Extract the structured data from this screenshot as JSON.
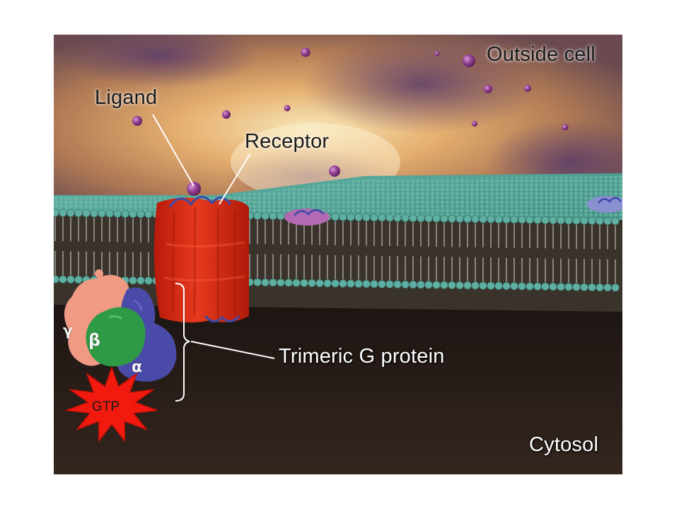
{
  "labels": {
    "outside_cell": "Outside cell",
    "ligand": "Ligand",
    "receptor": "Receptor",
    "g_protein": "Trimeric G protein",
    "cytosol": "Cytosol",
    "gtp": "GTP"
  },
  "subunits": {
    "gamma": "γ",
    "beta": "β",
    "alpha": "α"
  },
  "colors": {
    "receptor": "#d42a14",
    "membrane_head": "#5fb0a2",
    "ligand": "#8e3a8c",
    "g_gamma": "#f09a84",
    "g_beta": "#2e9a45",
    "g_alpha": "#4a4aa8",
    "gtp_burst": "#f21a0e",
    "cytosol": "#2a1e19"
  }
}
